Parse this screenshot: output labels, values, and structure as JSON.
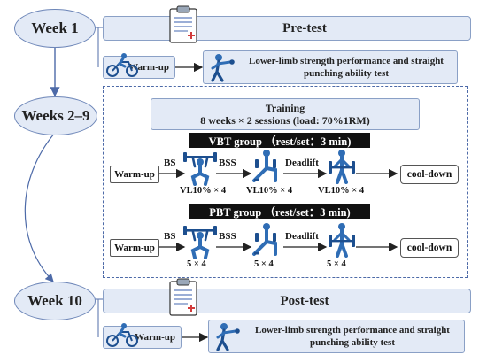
{
  "weeks": {
    "w1": "Week 1",
    "w29": "Weeks 2–9",
    "w10": "Week 10"
  },
  "pretest": "Pre-test",
  "posttest": "Post-test",
  "warmup": "Warm-up",
  "test_text": "Lower-limb strength performance and straight punching ability test",
  "training": {
    "line1": "Training",
    "line2": "8 weeks × 2 sessions (load: 70%1RM)"
  },
  "vbt": {
    "header": "VBT group （rest/set：3 min)",
    "warmup": "Warm-up",
    "bs": "BS",
    "bss": "BSS",
    "deadlift": "Deadlift",
    "loads": [
      "VL10% × 4",
      "VL10% × 4",
      "VL10% × 4"
    ],
    "cooldown": "cool-down"
  },
  "pbt": {
    "header": "PBT group （rest/set：3 min)",
    "warmup": "Warm-up",
    "bs": "BS",
    "bss": "BSS",
    "deadlift": "Deadlift",
    "loads": [
      "5 × 4",
      "5 × 4",
      "5 × 4"
    ],
    "cooldown": "cool-down"
  },
  "icons": [
    "clipboard-icon",
    "cycling-icon",
    "boxer-icon",
    "squat-icon",
    "lunge-icon",
    "deadlift-icon"
  ],
  "colors": {
    "panel": "#e3eaf6",
    "border": "#6d86b8",
    "accent": "#4a7fc1",
    "dark": "#1d4f8f"
  }
}
